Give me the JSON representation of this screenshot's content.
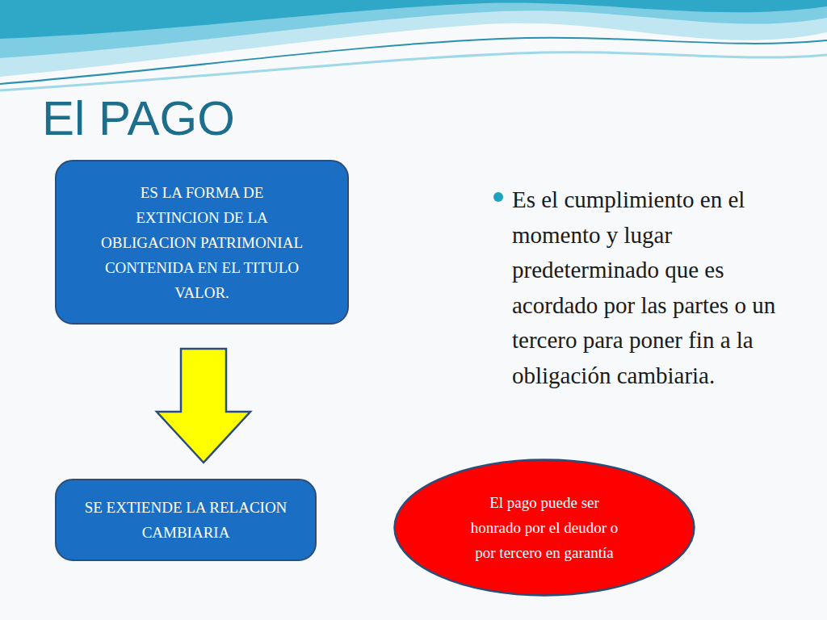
{
  "diagram": {
    "title": "El PAGO",
    "nodes": [
      {
        "text": [
          "ES LA FORMA DE EXTINCION DE LA OBLIGACION PATRIMONIAL CONTENIDA EN EL TITULO VALOR."
        ]
      },
      {
        "text": [
          "SE EXTIENDE LA RELACION CAMBIARIA"
        ]
      },
      {
        "text": [
          "El pago puede ser honrado por el deudor o por tercero en garantía"
        ]
      }
    ],
    "edges": [
      {
        "from": 0,
        "to": 1,
        "arrow": "to"
      }
    ],
    "labels": [
      "Es el cumplimiento en el momento y lugar predeterminado que es acordado por las partes o un tercero para poner fin a la obligación cambiaria."
    ]
  }
}
